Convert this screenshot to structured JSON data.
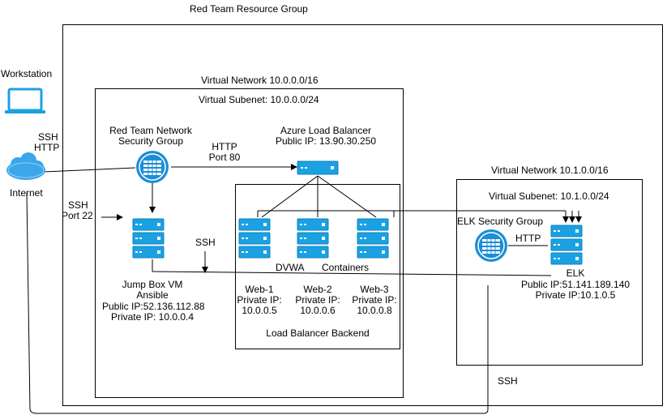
{
  "resource_group": {
    "title": "Red Team Resource Group"
  },
  "workstation": {
    "label": "Workstation",
    "protocols": [
      "SSH",
      "HTTP"
    ]
  },
  "internet": {
    "label": "Internet",
    "ssh_port": [
      "SSH",
      "Port 22"
    ]
  },
  "vnet1": {
    "title": "Virtual Network 10.0.0.0/16",
    "subnet": "Virtual Subenet: 10.0.0.0/24",
    "nsg": [
      "Red Team Network",
      "Security Group"
    ],
    "http_port": [
      "HTTP",
      "Port 80"
    ],
    "lb": [
      "Azure Load Balancer",
      "Public IP: 13.90.30.250"
    ],
    "jump_box": [
      "Jump Box VM",
      "Ansible",
      "Public IP:52.136.112.88",
      "Private IP: 10.0.0.4"
    ],
    "ssh_label": "SSH",
    "dvwa_label": "DVWA",
    "containers_label": "Containers",
    "backend_label": "Load Balancer Backend",
    "web1": [
      "Web-1",
      "Private IP:",
      "10.0.0.5"
    ],
    "web2": [
      "Web-2",
      "Private IP:",
      "10.0.0.6"
    ],
    "web3": [
      "Web-3",
      "Private IP:",
      "10.0.0.8"
    ]
  },
  "vnet2": {
    "title": "Virtual Network 10.1.0.0/16",
    "subnet": "Virtual Subenet: 10.1.0.0/24",
    "elk_nsg": "ELK Security Group",
    "http_label": "HTTP",
    "elk": [
      "ELK",
      "Public IP:51.141.189.140",
      "Private IP:10.1.0.5"
    ]
  },
  "ssh_bottom": "SSH",
  "colors": {
    "server": "#1ba1e2",
    "server_stroke": "#0e82c0",
    "nsg": "#1b8ed6",
    "cloud": "#3aa7e8",
    "laptop": "#1ba1e2"
  }
}
